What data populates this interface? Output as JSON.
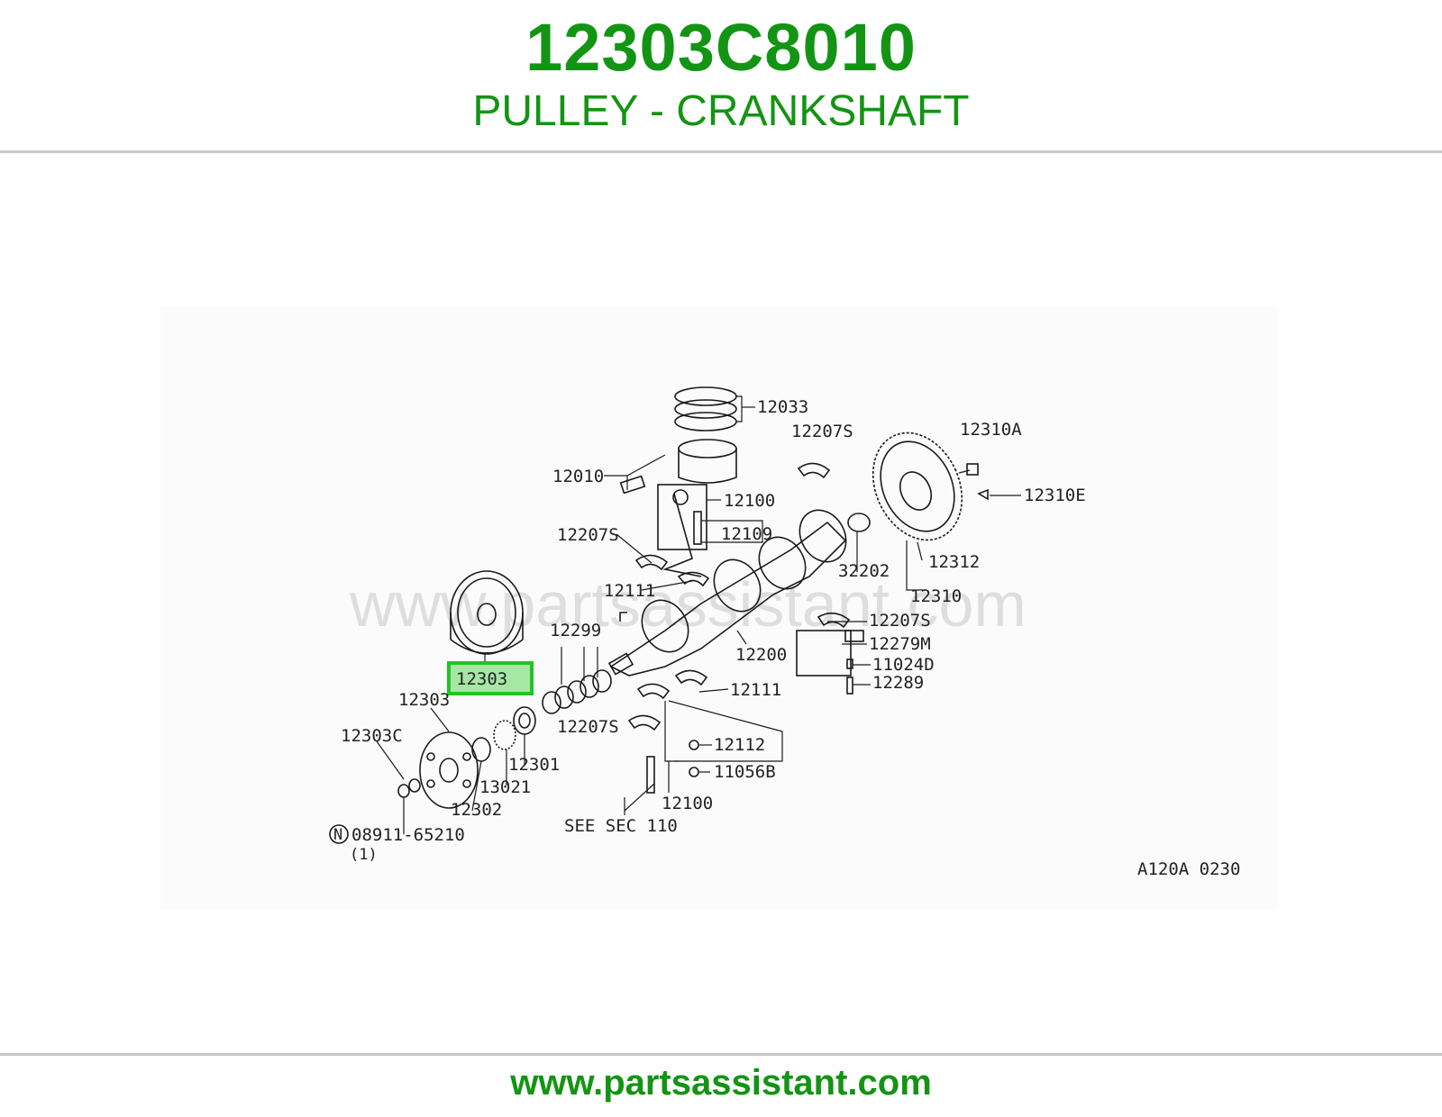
{
  "header": {
    "part_number": "12303C8010",
    "part_name": "PULLEY - CRANKSHAFT"
  },
  "watermark": "www.partsassistant.com",
  "footer": {
    "site": "www.partsassistant.com"
  },
  "colors": {
    "brand": "#149414",
    "highlight_border": "#22c322",
    "highlight_fill": "#a6e7a6",
    "rule": "#c8c8c8"
  },
  "diagram": {
    "code": "A120A 0230",
    "highlighted_label": "12303",
    "labels": {
      "l12033": "12033",
      "l12207S_top": "12207S",
      "l12310A": "12310A",
      "l12010": "12010",
      "l12100_top": "12100",
      "l12310E": "12310E",
      "l12109": "12109",
      "l12207S_left": "12207S",
      "l32202": "32202",
      "l12312": "12312",
      "l12111_top": "12111",
      "l12310": "12310",
      "l12299": "12299",
      "l12207S_right": "12207S",
      "l12279M": "12279M",
      "l12200": "12200",
      "l11024D": "11024D",
      "l12289": "12289",
      "l12111_bottom": "12111",
      "l12303_b": "12303",
      "l12207S_bottom": "12207S",
      "l12303C": "12303C",
      "l12112": "12112",
      "l12301": "12301",
      "l11056B": "11056B",
      "l13021": "13021",
      "l12100_bottom": "12100",
      "l12302": "12302",
      "l_see_sec": "SEE SEC 110",
      "l08911": "08911-65210",
      "l_n": "N",
      "l_qty": "(1)"
    }
  }
}
